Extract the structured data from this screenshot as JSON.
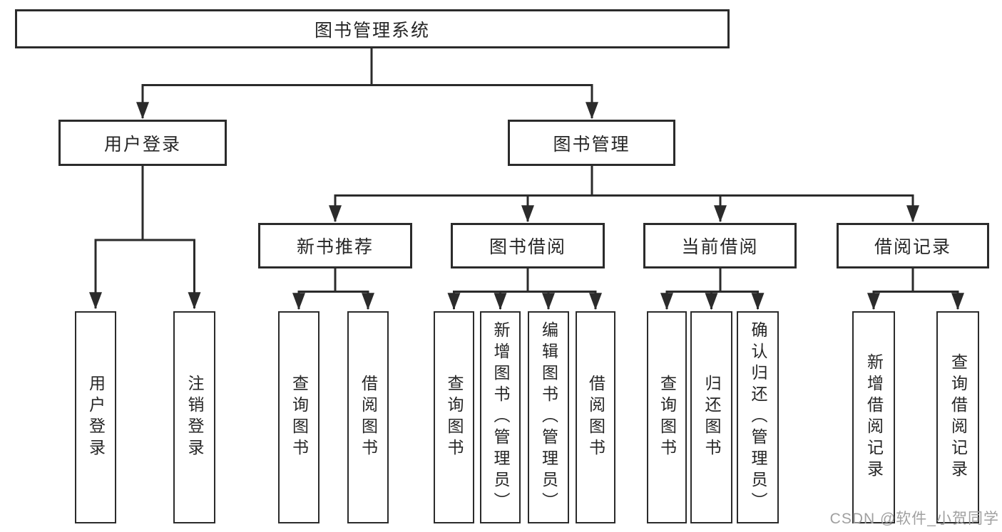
{
  "diagram": {
    "title": "图书管理系统",
    "colors": {
      "line": "#2b2b2b",
      "box_border": "#2b2b2b",
      "text": "#262626",
      "background": "#ffffff",
      "watermark": "#a0a0a0"
    },
    "root": {
      "label": "图书管理系统"
    },
    "level2": [
      {
        "label": "用户登录"
      },
      {
        "label": "图书管理"
      }
    ],
    "level3": [
      {
        "label": "新书推荐",
        "parent": "图书管理"
      },
      {
        "label": "图书借阅",
        "parent": "图书管理"
      },
      {
        "label": "当前借阅",
        "parent": "图书管理"
      },
      {
        "label": "借阅记录",
        "parent": "图书管理"
      }
    ],
    "leaves": [
      {
        "label": "用户登录",
        "parent": "用户登录"
      },
      {
        "label": "注销登录",
        "parent": "用户登录"
      },
      {
        "label": "查询图书",
        "parent": "新书推荐"
      },
      {
        "label": "借阅图书",
        "parent": "新书推荐"
      },
      {
        "label": "查询图书",
        "parent": "图书借阅"
      },
      {
        "label": "新增图书（管理员）",
        "parent": "图书借阅"
      },
      {
        "label": "编辑图书（管理员）",
        "parent": "图书借阅"
      },
      {
        "label": "借阅图书",
        "parent": "图书借阅"
      },
      {
        "label": "查询图书",
        "parent": "当前借阅"
      },
      {
        "label": "归还图书",
        "parent": "当前借阅"
      },
      {
        "label": "确认归还（管理员）",
        "parent": "当前借阅"
      },
      {
        "label": "新增借阅记录",
        "parent": "借阅记录"
      },
      {
        "label": "查询借阅记录",
        "parent": "借阅记录"
      }
    ],
    "watermark": "CSDN @软件_小贺同学"
  }
}
